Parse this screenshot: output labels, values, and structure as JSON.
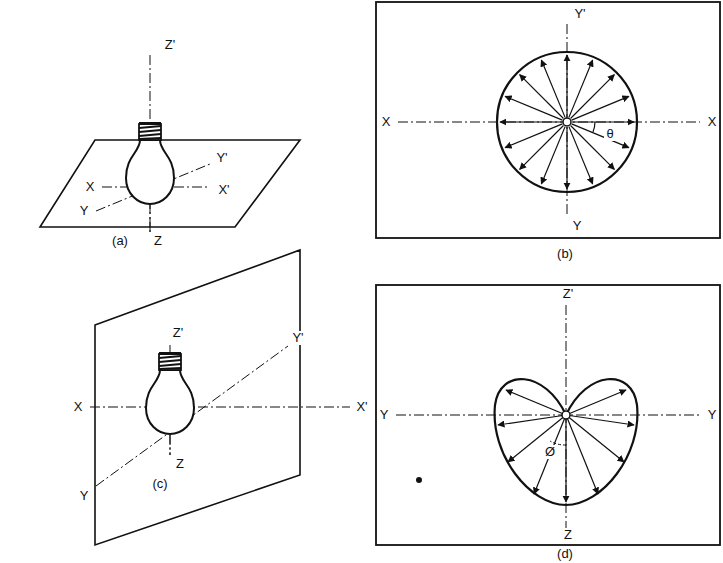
{
  "diagram": {
    "labels": [
      "Z'",
      "Y'",
      "X",
      "X'",
      "Y",
      "Z",
      "(a)",
      "Y'",
      "X",
      "X",
      "θ",
      "Y",
      "(b)",
      "Z'",
      "Y'",
      "X",
      "X'",
      "Y",
      "Z",
      "(c)",
      "Z'",
      "Y",
      "Y",
      "Ø",
      "Z",
      "(d)"
    ]
  }
}
